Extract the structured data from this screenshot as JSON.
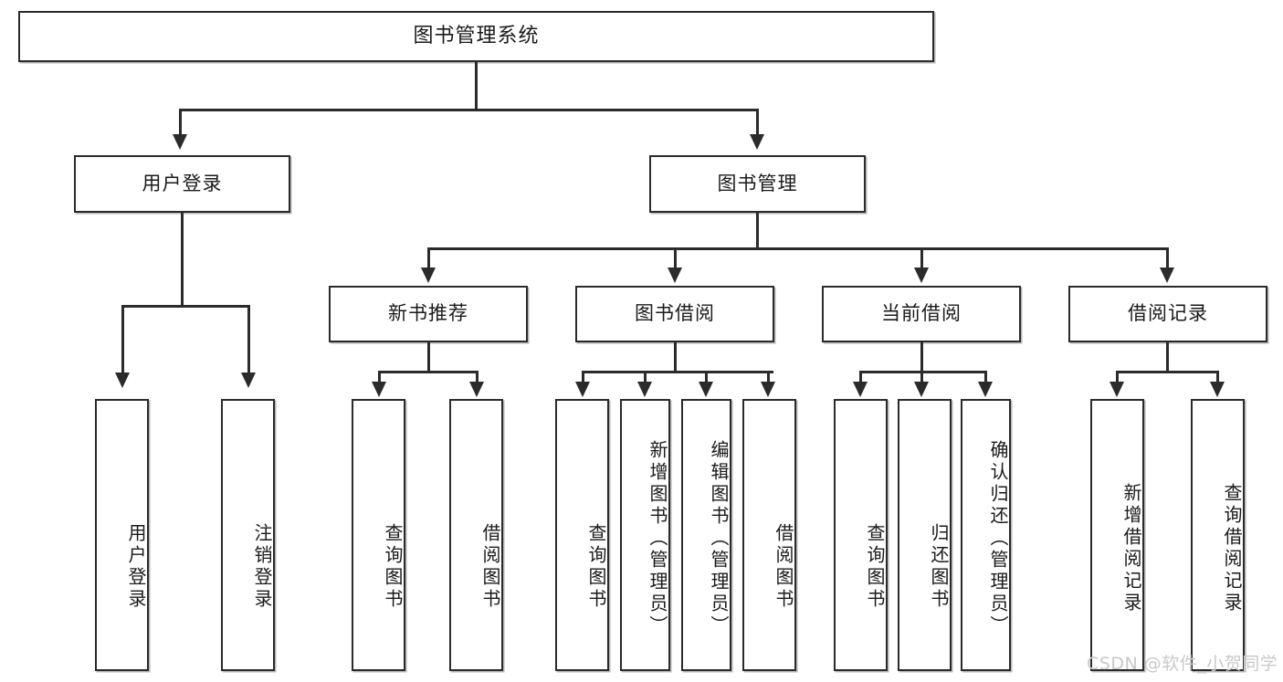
{
  "diagram": {
    "title": "图书管理系统",
    "type": "功能结构图",
    "watermark": "CSDN @软件_小贺同学",
    "colors": {
      "background": "#ffffff",
      "stroke": "#2b2b2b",
      "text": "#1a1a1a",
      "watermark": "#c9c9c9"
    },
    "root": {
      "label": "图书管理系统"
    },
    "level2": [
      {
        "label": "用户登录"
      },
      {
        "label": "图书管理"
      }
    ],
    "level3": [
      {
        "label": "新书推荐"
      },
      {
        "label": "图书借阅"
      },
      {
        "label": "当前借阅"
      },
      {
        "label": "借阅记录"
      }
    ],
    "leaves": {
      "user_login": [
        {
          "label": "用户登录"
        },
        {
          "label": "注销登录"
        }
      ],
      "new_book_recommend": [
        {
          "label": "查询图书"
        },
        {
          "label": "借阅图书"
        }
      ],
      "book_borrow": [
        {
          "label": "查询图书"
        },
        {
          "label": "新增图书（管理员）"
        },
        {
          "label": "编辑图书（管理员）"
        },
        {
          "label": "借阅图书"
        }
      ],
      "current_borrow": [
        {
          "label": "查询图书"
        },
        {
          "label": "归还图书"
        },
        {
          "label": "确认归还（管理员）"
        }
      ],
      "borrow_record": [
        {
          "label": "新增借阅记录"
        },
        {
          "label": "查询借阅记录"
        }
      ]
    }
  }
}
